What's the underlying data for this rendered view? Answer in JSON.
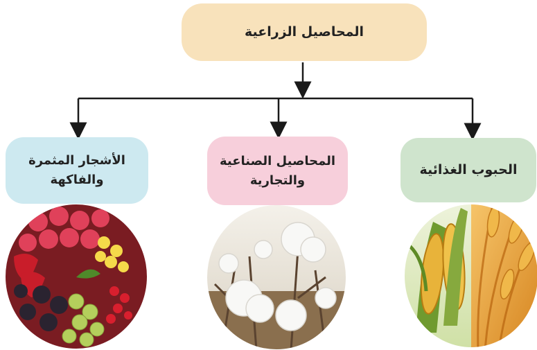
{
  "root": {
    "label": "المحاصيل الزراعية"
  },
  "categories": [
    {
      "key": "grains",
      "lines": [
        "الحبوب الغذائية"
      ],
      "image_icon": "corn-wheat-photo",
      "color": "#cfe4cd"
    },
    {
      "key": "industrial",
      "lines": [
        "المحاصيل الصناعية",
        "والتجارية"
      ],
      "image_icon": "cotton-photo",
      "color": "#f7cfdb"
    },
    {
      "key": "trees",
      "lines": [
        "الأشجار المثمرة",
        "والفاكهة"
      ],
      "image_icon": "fruits-photo",
      "color": "#cde9f0"
    }
  ],
  "colors": {
    "root_box": "#f8e2bb",
    "connector": "#1a1a1a"
  }
}
